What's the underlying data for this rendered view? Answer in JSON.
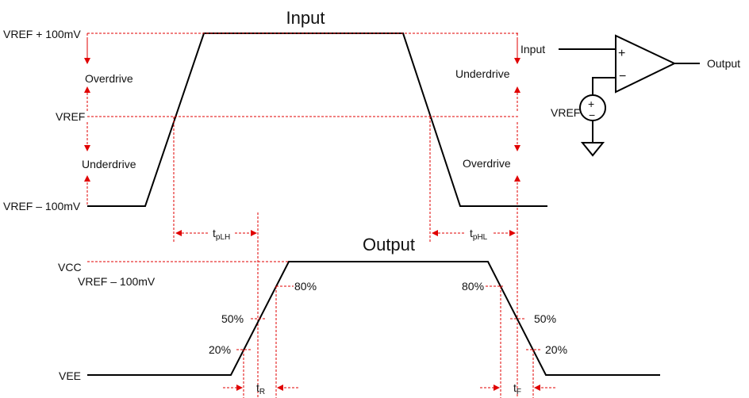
{
  "diagram": {
    "input_title": "Input",
    "output_title": "Output",
    "labels": {
      "vref_plus": "VREF + 100mV",
      "vref": "VREF",
      "vref_minus": "VREF – 100mV",
      "overdrive_left": "Overdrive",
      "underdrive_left": "Underdrive",
      "underdrive_right": "Underdrive",
      "overdrive_right": "Overdrive",
      "vcc": "VCC",
      "vref_minus_out": "VREF – 100mV",
      "vee": "VEE",
      "t_plh": "tpLH",
      "t_phl": "tpHL",
      "t_r": "tR",
      "t_f": "tF",
      "p80_left": "80%",
      "p50_left": "50%",
      "p20_left": "20%",
      "p80_right": "80%",
      "p50_right": "50%",
      "p20_right": "20%"
    },
    "comparator": {
      "input_label": "Input",
      "output_label": "Output",
      "vref_label": "VREF",
      "plus_sign": "+",
      "minus_sign": "−"
    },
    "colors": {
      "signal": "#000000",
      "annotation": "#e00000"
    }
  }
}
